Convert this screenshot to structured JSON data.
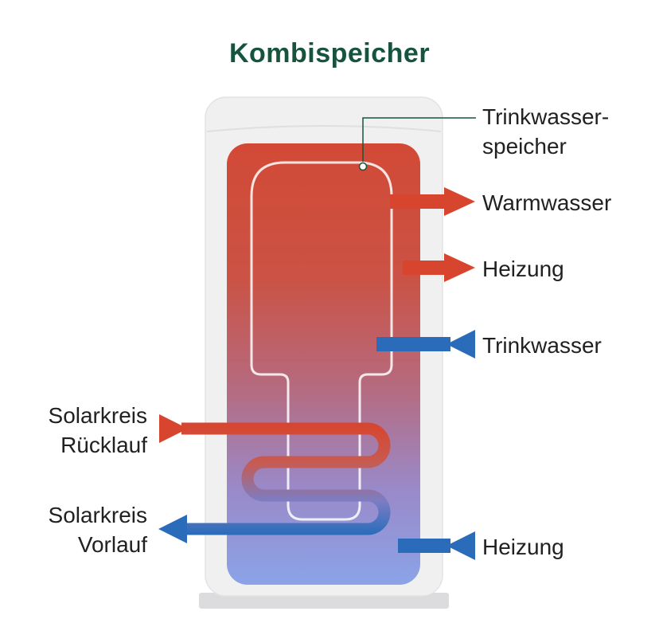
{
  "title": "Kombispeicher",
  "colors": {
    "title_green": "#16543e",
    "hot_red": "#d7452e",
    "cold_blue": "#2a6cba",
    "gradient_top_red": "#d24a36",
    "gradient_bottom_blue": "#8ba3e8",
    "tank_gray": "#f0f0f1",
    "tank_base_gray": "#dcdcde",
    "label_text": "#212121"
  },
  "labels": {
    "inner_tank_line1": "Trinkwasser-",
    "inner_tank_line2": "speicher",
    "warmwasser": "Warmwasser",
    "heizung_top": "Heizung",
    "trinkwasser": "Trinkwasser",
    "solar_ruecklauf_line1": "Solarkreis",
    "solar_ruecklauf_line2": "Rücklauf",
    "solar_vorlauf_line1": "Solarkreis",
    "solar_vorlauf_line2": "Vorlauf",
    "heizung_bottom": "Heizung"
  }
}
